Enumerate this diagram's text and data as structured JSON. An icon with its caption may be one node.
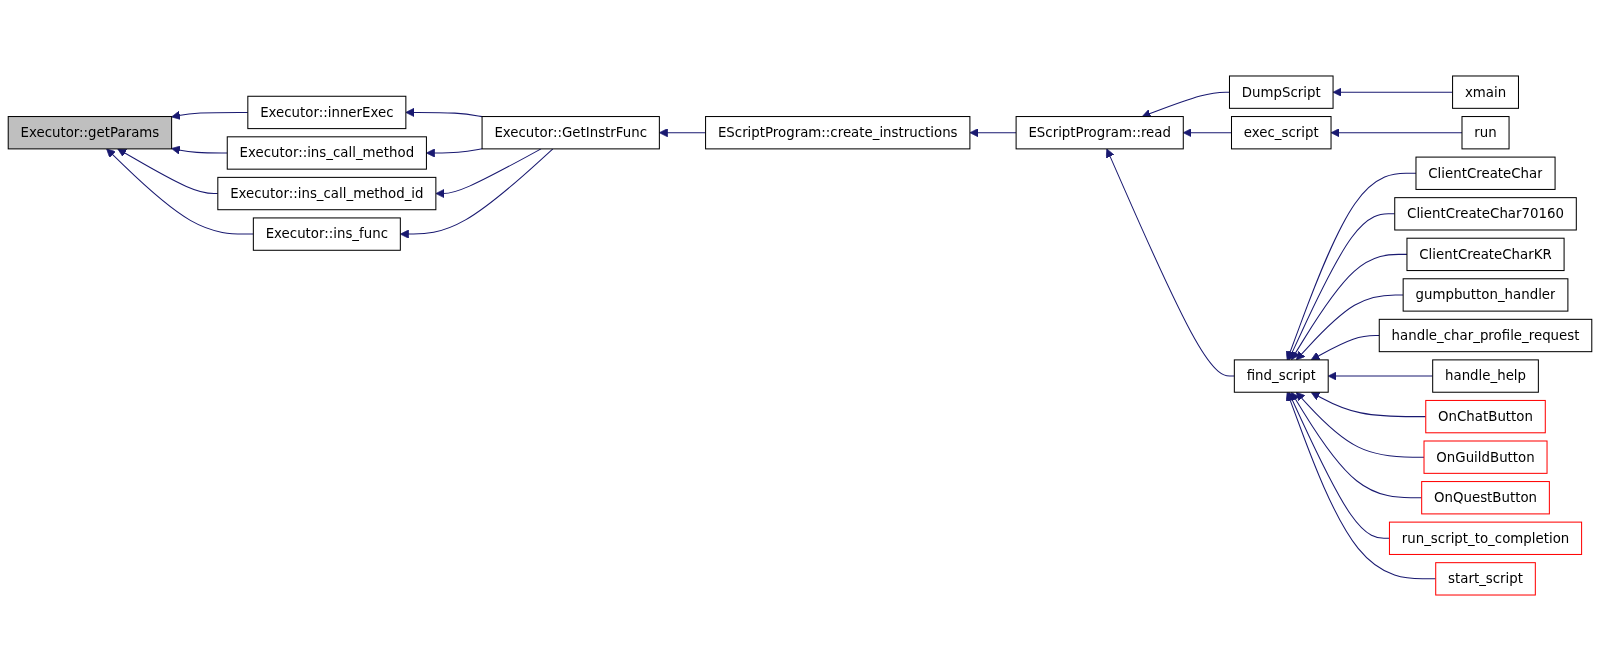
{
  "diagram": {
    "nodes": [
      {
        "text": [
          "Executor::getParams"
        ]
      },
      {
        "text": [
          "Executor::innerExec"
        ]
      },
      {
        "text": [
          "Executor::ins_call_method"
        ]
      },
      {
        "text": [
          "Executor::ins_call_method_id"
        ]
      },
      {
        "text": [
          "Executor::ins_func"
        ]
      },
      {
        "text": [
          "Executor::GetInstrFunc"
        ]
      },
      {
        "text": [
          "EScriptProgram::create_instructions"
        ]
      },
      {
        "text": [
          "EScriptProgram::read"
        ]
      },
      {
        "text": [
          "DumpScript"
        ]
      },
      {
        "text": [
          "xmain"
        ]
      },
      {
        "text": [
          "exec_script"
        ]
      },
      {
        "text": [
          "run"
        ]
      },
      {
        "text": [
          "find_script"
        ]
      },
      {
        "text": [
          "ClientCreateChar"
        ]
      },
      {
        "text": [
          "ClientCreateChar70160"
        ]
      },
      {
        "text": [
          "ClientCreateCharKR"
        ]
      },
      {
        "text": [
          "gumpbutton_handler"
        ]
      },
      {
        "text": [
          "handle_char_profile_request"
        ]
      },
      {
        "text": [
          "handle_help"
        ]
      },
      {
        "text": [
          "OnChatButton"
        ]
      },
      {
        "text": [
          "OnGuildButton"
        ]
      },
      {
        "text": [
          "OnQuestButton"
        ]
      },
      {
        "text": [
          "run_script_to_completion"
        ]
      },
      {
        "text": [
          "start_script"
        ]
      }
    ],
    "edges": [
      {
        "from": 1,
        "to": 0,
        "arrow": "to"
      },
      {
        "from": 2,
        "to": 0,
        "arrow": "to"
      },
      {
        "from": 3,
        "to": 0,
        "arrow": "to"
      },
      {
        "from": 4,
        "to": 0,
        "arrow": "to"
      },
      {
        "from": 5,
        "to": 1,
        "arrow": "to"
      },
      {
        "from": 5,
        "to": 2,
        "arrow": "to"
      },
      {
        "from": 5,
        "to": 3,
        "arrow": "to"
      },
      {
        "from": 5,
        "to": 4,
        "arrow": "to"
      },
      {
        "from": 6,
        "to": 5,
        "arrow": "to"
      },
      {
        "from": 7,
        "to": 6,
        "arrow": "to"
      },
      {
        "from": 8,
        "to": 7,
        "arrow": "to"
      },
      {
        "from": 10,
        "to": 7,
        "arrow": "to"
      },
      {
        "from": 12,
        "to": 7,
        "arrow": "to"
      },
      {
        "from": 9,
        "to": 8,
        "arrow": "to"
      },
      {
        "from": 11,
        "to": 10,
        "arrow": "to"
      },
      {
        "from": 13,
        "to": 12,
        "arrow": "to"
      },
      {
        "from": 14,
        "to": 12,
        "arrow": "to"
      },
      {
        "from": 15,
        "to": 12,
        "arrow": "to"
      },
      {
        "from": 16,
        "to": 12,
        "arrow": "to"
      },
      {
        "from": 17,
        "to": 12,
        "arrow": "to"
      },
      {
        "from": 18,
        "to": 12,
        "arrow": "to"
      },
      {
        "from": 19,
        "to": 12,
        "arrow": "to"
      },
      {
        "from": 20,
        "to": 12,
        "arrow": "to"
      },
      {
        "from": 21,
        "to": 12,
        "arrow": "to"
      },
      {
        "from": 22,
        "to": 12,
        "arrow": "to"
      },
      {
        "from": 23,
        "to": 12,
        "arrow": "to"
      }
    ]
  }
}
